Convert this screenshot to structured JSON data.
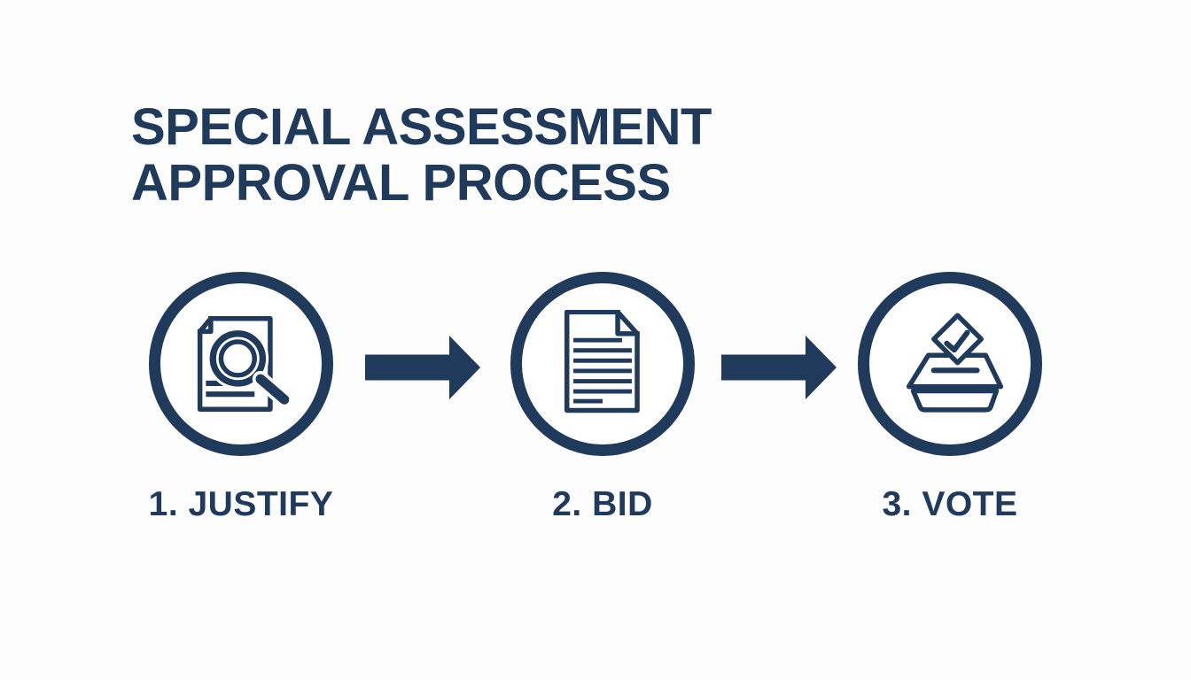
{
  "title": {
    "line1": "SPECIAL ASSESSMENT",
    "line2": "APPROVAL PROCESS"
  },
  "steps": [
    {
      "label": "1. JUSTIFY",
      "icon": "document-magnifier-icon"
    },
    {
      "label": "2. BID",
      "icon": "document-text-icon"
    },
    {
      "label": "3. VOTE",
      "icon": "ballot-box-icon"
    }
  ],
  "connectors": [
    {
      "icon": "arrow-right-icon"
    },
    {
      "icon": "arrow-right-icon"
    }
  ],
  "colors": {
    "navy": "#203a5c",
    "background": "#fdfdfe"
  }
}
